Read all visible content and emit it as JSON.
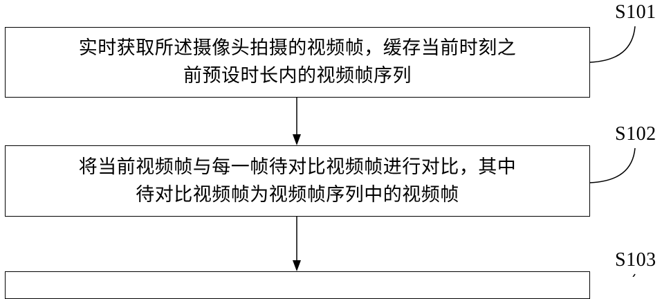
{
  "steps": [
    {
      "id": "S101",
      "lines": [
        "实时获取所述摄像头拍摄的视频帧，缓存当前时刻之",
        "前预设时长内的视频帧序列"
      ]
    },
    {
      "id": "S102",
      "lines": [
        "将当前视频帧与每一帧待对比视频帧进行对比，其中",
        "待对比视频帧为视频帧序列中的视频帧"
      ]
    },
    {
      "id": "S103",
      "lines": []
    }
  ]
}
